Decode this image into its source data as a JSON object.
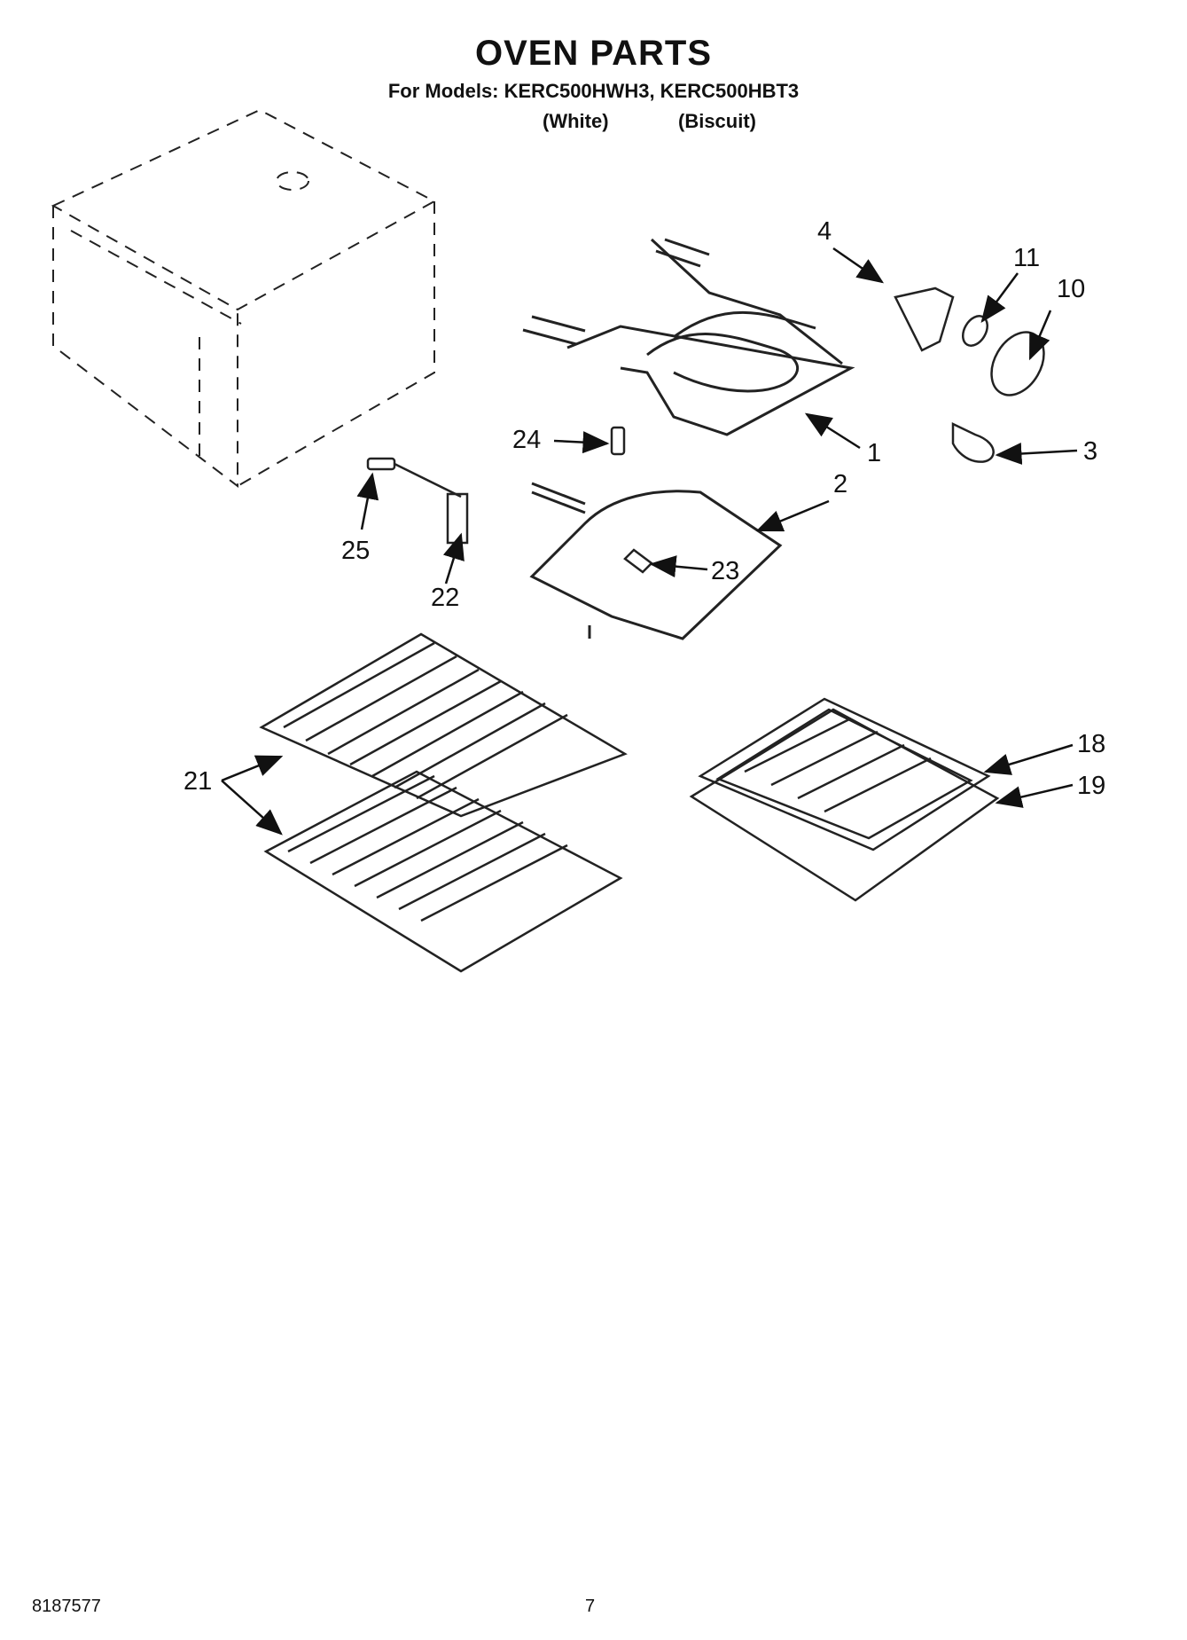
{
  "header": {
    "title": "OVEN PARTS",
    "models_line": "For Models: KERC500HWH3, KERC500HBT3",
    "variant_white": "(White)",
    "variant_biscuit": "(Biscuit)"
  },
  "callouts": {
    "c1": "1",
    "c2": "2",
    "c3": "3",
    "c4": "4",
    "c10": "10",
    "c11": "11",
    "c18": "18",
    "c19": "19",
    "c21": "21",
    "c22": "22",
    "c23": "23",
    "c24": "24",
    "c25": "25"
  },
  "footer": {
    "doc_code": "8187577",
    "page_number": "7"
  }
}
